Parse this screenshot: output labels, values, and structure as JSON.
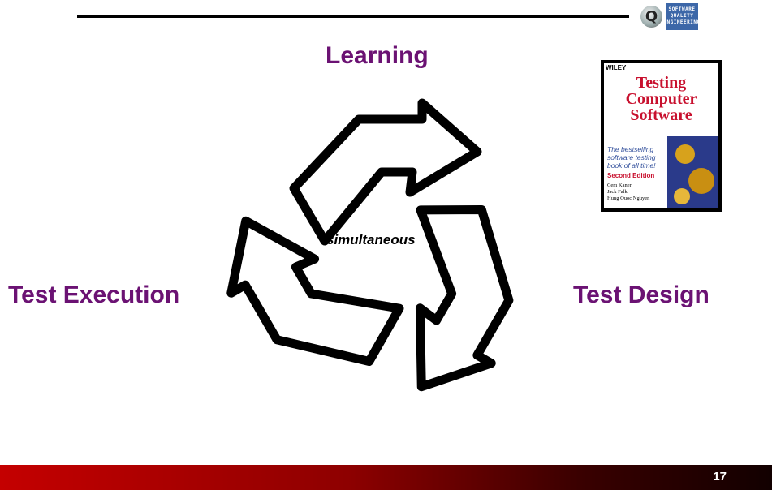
{
  "slide": {
    "labels": {
      "top": "Learning",
      "left": "Test Execution",
      "right": "Test Design",
      "center": "simultaneous"
    },
    "page_number": "17"
  },
  "logo": {
    "letter": "Q",
    "lines": [
      "SOFTWARE",
      "QUALITY",
      "ENGINEERING"
    ]
  },
  "book": {
    "publisher": "WILEY",
    "title_lines": [
      "Testing",
      "Computer",
      "Software"
    ],
    "tagline": "The bestselling software testing book of all time!",
    "edition": "Second Edition",
    "authors": [
      "Cem Kaner",
      "Jack Falk",
      "Hung Quoc Nguyen"
    ]
  },
  "colors": {
    "label": "#6b1273",
    "bar_start": "#c40000",
    "bar_end": "#120000",
    "book_title": "#c8102e"
  },
  "icons": [
    "recycle-icon",
    "sqe-logo-icon"
  ]
}
